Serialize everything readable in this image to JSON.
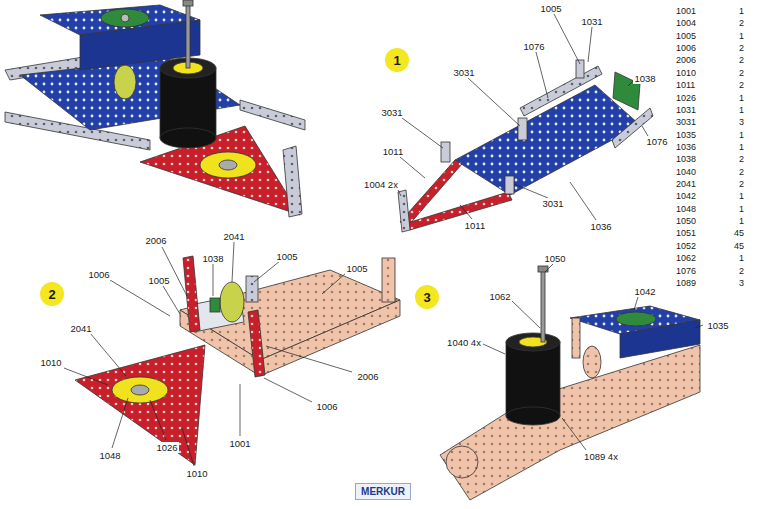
{
  "diagram": {
    "nodes": [
      {
        "text": [
          "1"
        ]
      },
      {
        "text": [
          "2"
        ]
      },
      {
        "text": [
          "3"
        ]
      },
      {
        "text": [
          "MERKUR"
        ]
      }
    ],
    "labels": [
      "1005",
      "1031",
      "1076",
      "3031",
      "1038",
      "3031",
      "1011",
      "1004 2x",
      "3031",
      "1036",
      "1076",
      "1011",
      "2006",
      "2041",
      "1038",
      "1005",
      "1006",
      "1005",
      "1005",
      "2041",
      "1010",
      "2006",
      "1006",
      "1048",
      "1026",
      "1001",
      "1010",
      "1050",
      "1062",
      "1042",
      "1035",
      "1040 4x",
      "1089 4x",
      "1001",
      "1",
      "1004",
      "2",
      "1005",
      "1",
      "1006",
      "2",
      "2006",
      "2",
      "1010",
      "2",
      "1011",
      "2",
      "1026",
      "1",
      "1031",
      "1",
      "3031",
      "3",
      "1035",
      "1",
      "1036",
      "1",
      "1038",
      "2",
      "1040",
      "2",
      "2041",
      "2",
      "1042",
      "1",
      "1048",
      "1",
      "1050",
      "1",
      "1051",
      "45",
      "1052",
      "45",
      "1062",
      "1",
      "1076",
      "2",
      "1089",
      "3"
    ]
  }
}
